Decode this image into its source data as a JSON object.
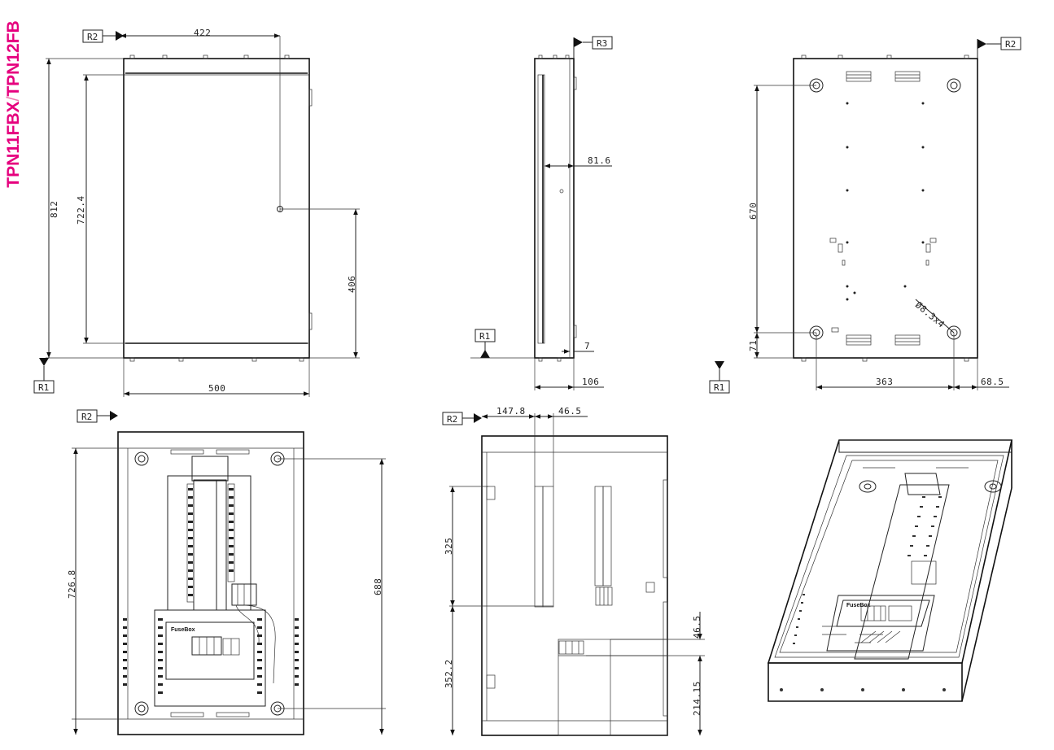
{
  "title": {
    "model_a": "TPN11FBX",
    "separator": "/",
    "model_b": "TPN12FB",
    "color": "#e6007e"
  },
  "refs": {
    "r1": "R1",
    "r2": "R2",
    "r3": "R3"
  },
  "front": {
    "width": "500",
    "height": "812",
    "door_height": "722.4",
    "top_to_hole": "422",
    "hole_height": "406"
  },
  "side": {
    "depth_door": "81.6",
    "offset": "7",
    "depth": "106"
  },
  "rear": {
    "hole_pitch_v": "670",
    "bottom_offset": "71",
    "hole_pitch_h": "363",
    "side_offset": "68.5",
    "hole_dia": "Ø8.3x4"
  },
  "interior": {
    "height_inner": "726.8",
    "height_688": "688",
    "brand": "FuseBox"
  },
  "section": {
    "w1": "147.8",
    "w2": "46.5",
    "h325": "325",
    "h352": "352.2",
    "h46": "46.5",
    "h214": "214.15"
  },
  "iso": {
    "brand": "FuseBox"
  }
}
